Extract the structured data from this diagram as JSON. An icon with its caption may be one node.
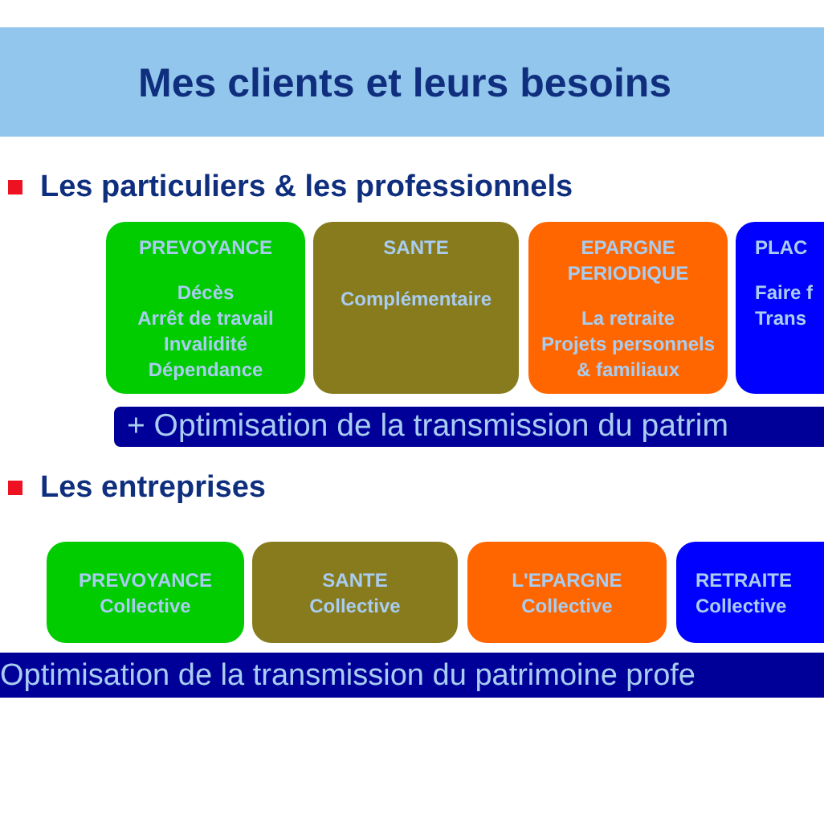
{
  "diagram": {
    "title": "Mes clients et leurs besoins",
    "nodes": [
      {
        "text": [
          "PREVOYANCE",
          "Décès",
          "Arrêt de travail",
          "Invalidité",
          "Dépendance"
        ]
      },
      {
        "text": [
          "SANTE",
          "Complémentaire"
        ]
      },
      {
        "text": [
          "EPARGNE PERIODIQUE",
          "La retraite",
          "Projets personnels & familiaux"
        ]
      },
      {
        "text": [
          "PLAC",
          "Faire f",
          "Trans"
        ]
      },
      {
        "text": [
          "+ Optimisation de la transmission du patrim"
        ]
      },
      {
        "text": [
          "PREVOYANCE",
          "Collective"
        ]
      },
      {
        "text": [
          "SANTE",
          "Collective"
        ]
      },
      {
        "text": [
          "L'EPARGNE",
          "Collective"
        ]
      },
      {
        "text": [
          "RETRAITE",
          "Collective"
        ]
      },
      {
        "text": [
          "Optimisation de la transmission du patrimoine profe"
        ]
      }
    ],
    "labels": [
      "Les particuliers & les professionnels",
      "Les entreprises"
    ]
  }
}
